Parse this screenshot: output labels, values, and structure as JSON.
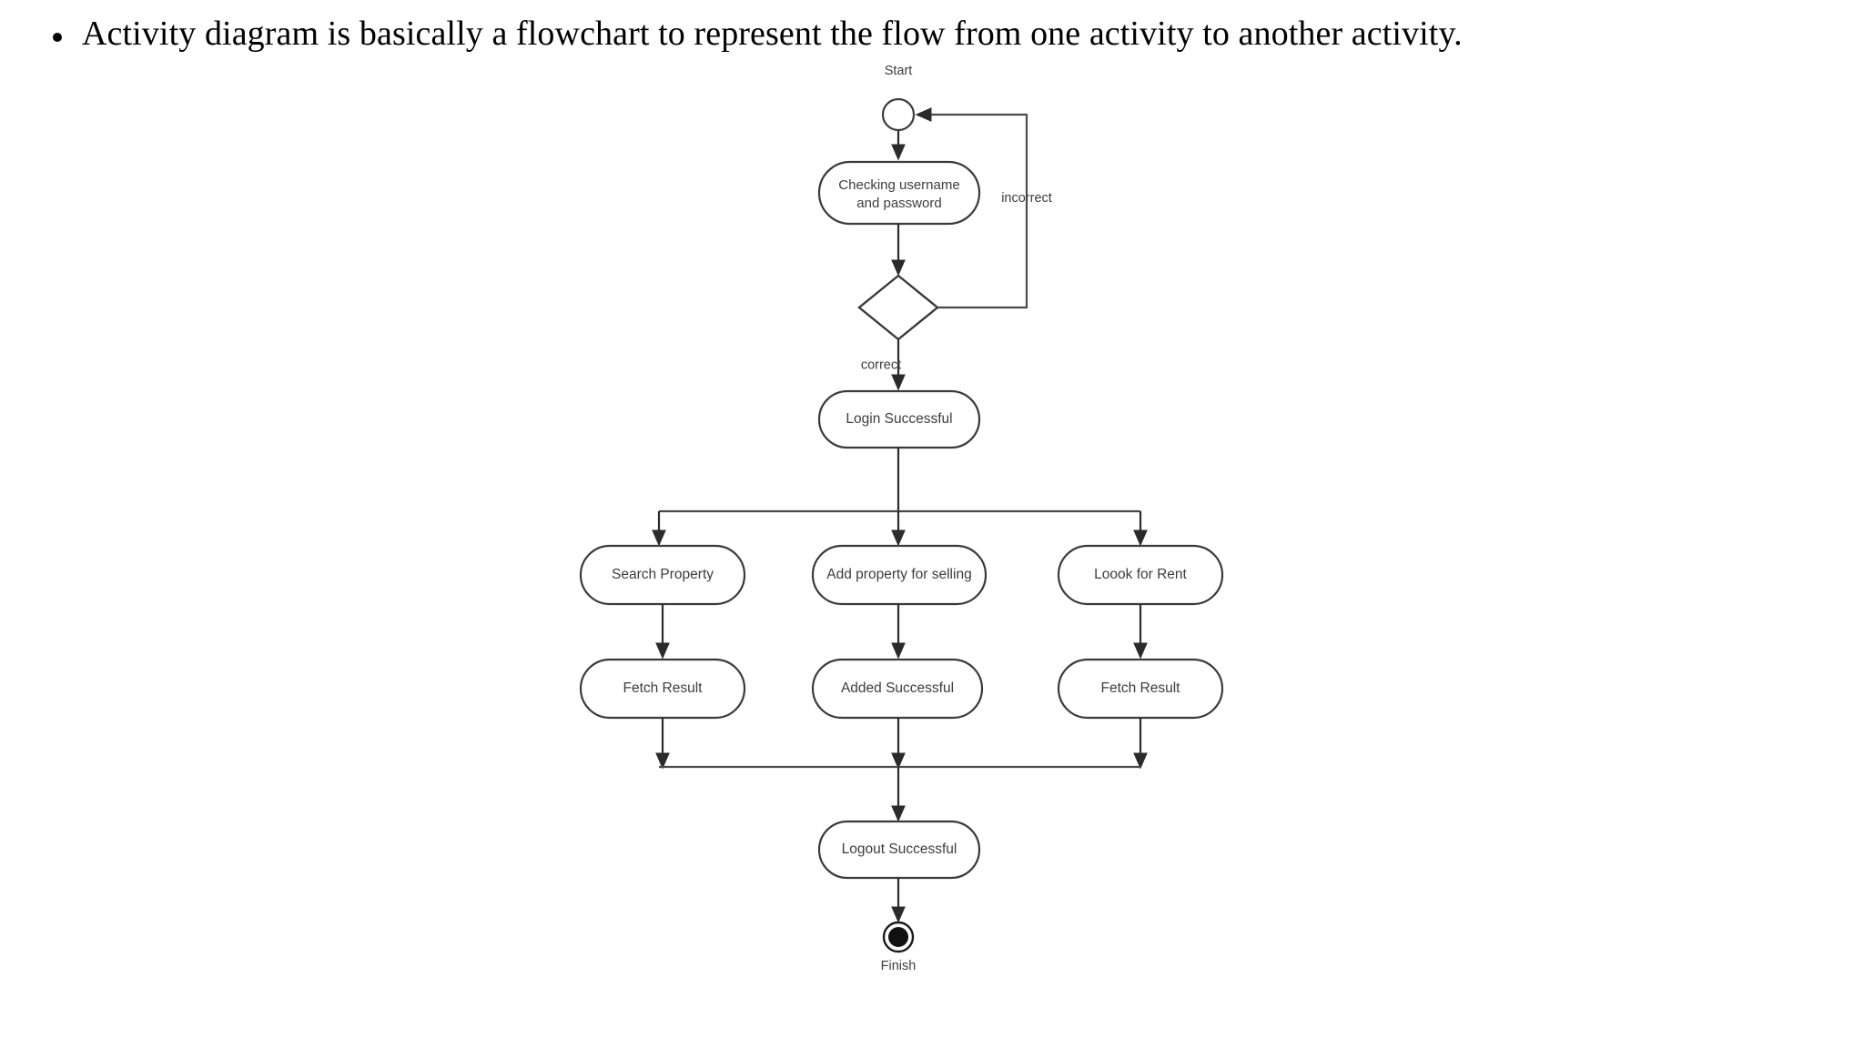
{
  "slide": {
    "bullet": {
      "marker": "•",
      "text": "Activity diagram is basically a flowchart to represent the flow from one activity to another activity."
    }
  },
  "diagram": {
    "type": "uml-activity-diagram",
    "title": "Login and property activity flow",
    "colors": {
      "background": "#ffffff",
      "node_stroke": "#3a3a3a",
      "node_fill": "#ffffff",
      "line": "#4a4a4a",
      "text": "#3d3d3d",
      "end_node_fill": "#111111"
    },
    "nodes": {
      "start": {
        "label": "Start",
        "shape": "initial-circle"
      },
      "checking": {
        "label_line1": "Checking username",
        "label_line2": "and password",
        "shape": "rounded-activity"
      },
      "decision": {
        "label": "",
        "shape": "diamond"
      },
      "login_successful": {
        "label": "Login Successful",
        "shape": "rounded-activity"
      },
      "search_property": {
        "label": "Search Property",
        "shape": "rounded-activity"
      },
      "add_property": {
        "label": "Add property for selling",
        "shape": "rounded-activity"
      },
      "look_for_rent": {
        "label": "Loook for Rent",
        "shape": "rounded-activity"
      },
      "fetch_result_left": {
        "label": "Fetch Result",
        "shape": "rounded-activity"
      },
      "added_successful": {
        "label": "Added Successful",
        "shape": "rounded-activity"
      },
      "fetch_result_right": {
        "label": "Fetch Result",
        "shape": "rounded-activity"
      },
      "logout_successful": {
        "label": "Logout Successful",
        "shape": "rounded-activity"
      },
      "finish": {
        "label": "Finish",
        "shape": "final-circle"
      }
    },
    "edge_labels": {
      "incorrect": "incorrect",
      "correct": "correct"
    }
  }
}
